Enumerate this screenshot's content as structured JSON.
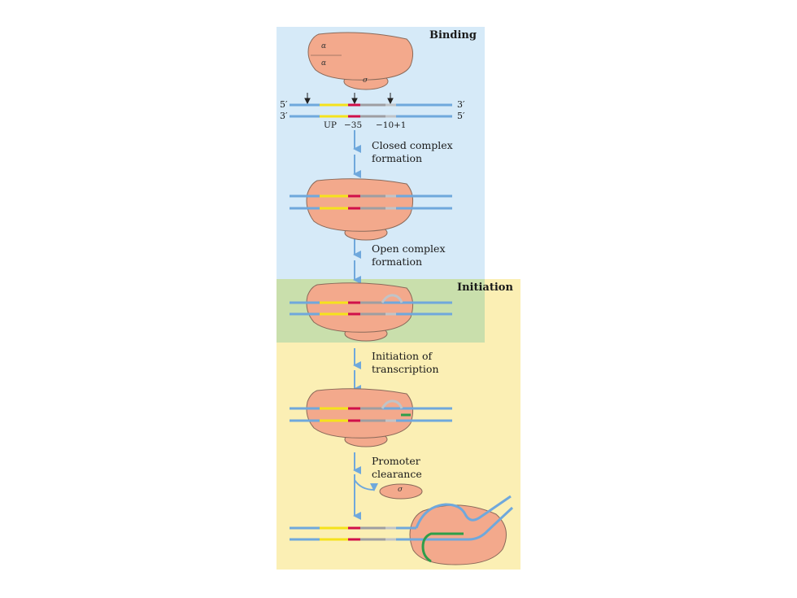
{
  "stages": {
    "binding": "Binding",
    "initiation": "Initiation"
  },
  "steps": {
    "closed": "Closed complex\nformation",
    "open": "Open complex\nformation",
    "initiation": "Initiation of\ntranscription",
    "clearance": "Promoter\nclearance"
  },
  "strand_ends": {
    "top_left": "5′",
    "top_right": "3′",
    "bottom_left": "3′",
    "bottom_right": "5′"
  },
  "positions": {
    "up": "UP",
    "minus35": "−35",
    "minus10": "−10",
    "plus1": "+1"
  },
  "subunits": {
    "alpha": "α",
    "sigma": "σ"
  },
  "colors": {
    "binding_bg": "#d6eaf8",
    "initiation_bg": "#fbefb4",
    "overlap_bg": "#c9dfac",
    "dna": "#6fa8dc",
    "up_element": "#f5e21c",
    "minus35": "#d0104a",
    "minus10_region": "#9e9ea2",
    "polymerase": "#f3a98c",
    "rna": "#2e9e4a"
  }
}
